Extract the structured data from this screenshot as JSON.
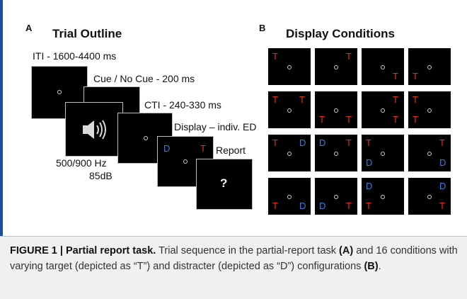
{
  "panel_a": {
    "letter": "A",
    "title": "Trial Outline",
    "labels": {
      "iti": "ITI - 1600-4400 ms",
      "cue": "Cue / No Cue -  200 ms",
      "cti": "CTI - 240-330 ms",
      "display": "Display – indiv. ED",
      "report": "Report",
      "freq": "500/900 Hz",
      "db": "85dB"
    },
    "display_screen": {
      "left_letter": "D",
      "right_letter": "T"
    },
    "report_symbol": "?"
  },
  "panel_b": {
    "letter": "B",
    "title": "Display Conditions",
    "grid": [
      [
        {
          "tl": "T"
        },
        {
          "tr": "T"
        },
        {
          "br": "T"
        },
        {
          "bl": "T"
        }
      ],
      [
        {
          "tl": "T",
          "tr": "T"
        },
        {
          "bl": "T",
          "br": "T"
        },
        {
          "tr": "T",
          "br": "T"
        },
        {
          "tl": "T",
          "bl": "T"
        }
      ],
      [
        {
          "tl": "T",
          "tr": "D"
        },
        {
          "tl": "D",
          "tr": "T"
        },
        {
          "tl": "T",
          "bl": "D"
        },
        {
          "tr": "T",
          "br": "D"
        }
      ],
      [
        {
          "bl": "T",
          "br": "D"
        },
        {
          "bl": "D",
          "br": "T"
        },
        {
          "tl": "D",
          "bl": "T"
        },
        {
          "tr": "D",
          "br": "T"
        }
      ]
    ]
  },
  "caption": {
    "figure_label": "FIGURE 1 | Partial report task.",
    "text_1": " Trial sequence in the partial-report task ",
    "ref_a": "(A)",
    "text_2": " and 16 conditions with varying target (depicted as “T”) and distracter (depicted as “D”) configurations ",
    "ref_b": "(B)",
    "text_3": "."
  },
  "colors": {
    "target": "#e8301c",
    "distracter": "#3b7fd6",
    "accent_bar": "#1f4e9a"
  },
  "icons": {
    "speaker": "speaker-icon"
  }
}
